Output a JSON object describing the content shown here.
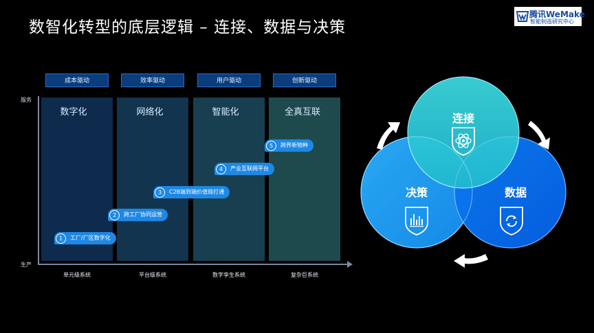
{
  "title": "数智化转型的底层逻辑 – 连接、数据与决策",
  "logo": {
    "line1": "腾讯WeMake",
    "line2": "智能制造研究中心",
    "icon": "tencent-wemake-logo"
  },
  "axis": {
    "y_top": "服务",
    "y_bottom": "生产"
  },
  "columns": [
    {
      "tag": "成本驱动",
      "title": "数字化",
      "bottom": "单元级系统",
      "color": "#0e2a4c"
    },
    {
      "tag": "效率驱动",
      "title": "网络化",
      "bottom": "平台级系统",
      "color": "#12344e"
    },
    {
      "tag": "用户驱动",
      "title": "智能化",
      "bottom": "数字孪生系统",
      "color": "#173f4f"
    },
    {
      "tag": "创新驱动",
      "title": "全真互联",
      "bottom": "复杂巨系统",
      "color": "#1e4a4e"
    }
  ],
  "steps": [
    {
      "num": "1",
      "label": "工厂/厂区数字化"
    },
    {
      "num": "2",
      "label": "跨工厂协同运营"
    },
    {
      "num": "3",
      "label": "C2B端到端价值链打通"
    },
    {
      "num": "4",
      "label": "产业互联网平台"
    },
    {
      "num": "5",
      "label": "跨界新物种"
    }
  ],
  "venn": {
    "top": {
      "label": "连接",
      "icon": "atom-shield-icon",
      "color": "#2ec9d6"
    },
    "left": {
      "label": "决策",
      "icon": "chart-shield-icon",
      "color": "#1d9bf0"
    },
    "right": {
      "label": "数据",
      "icon": "refresh-shield-icon",
      "color": "#0a6ff0"
    }
  }
}
